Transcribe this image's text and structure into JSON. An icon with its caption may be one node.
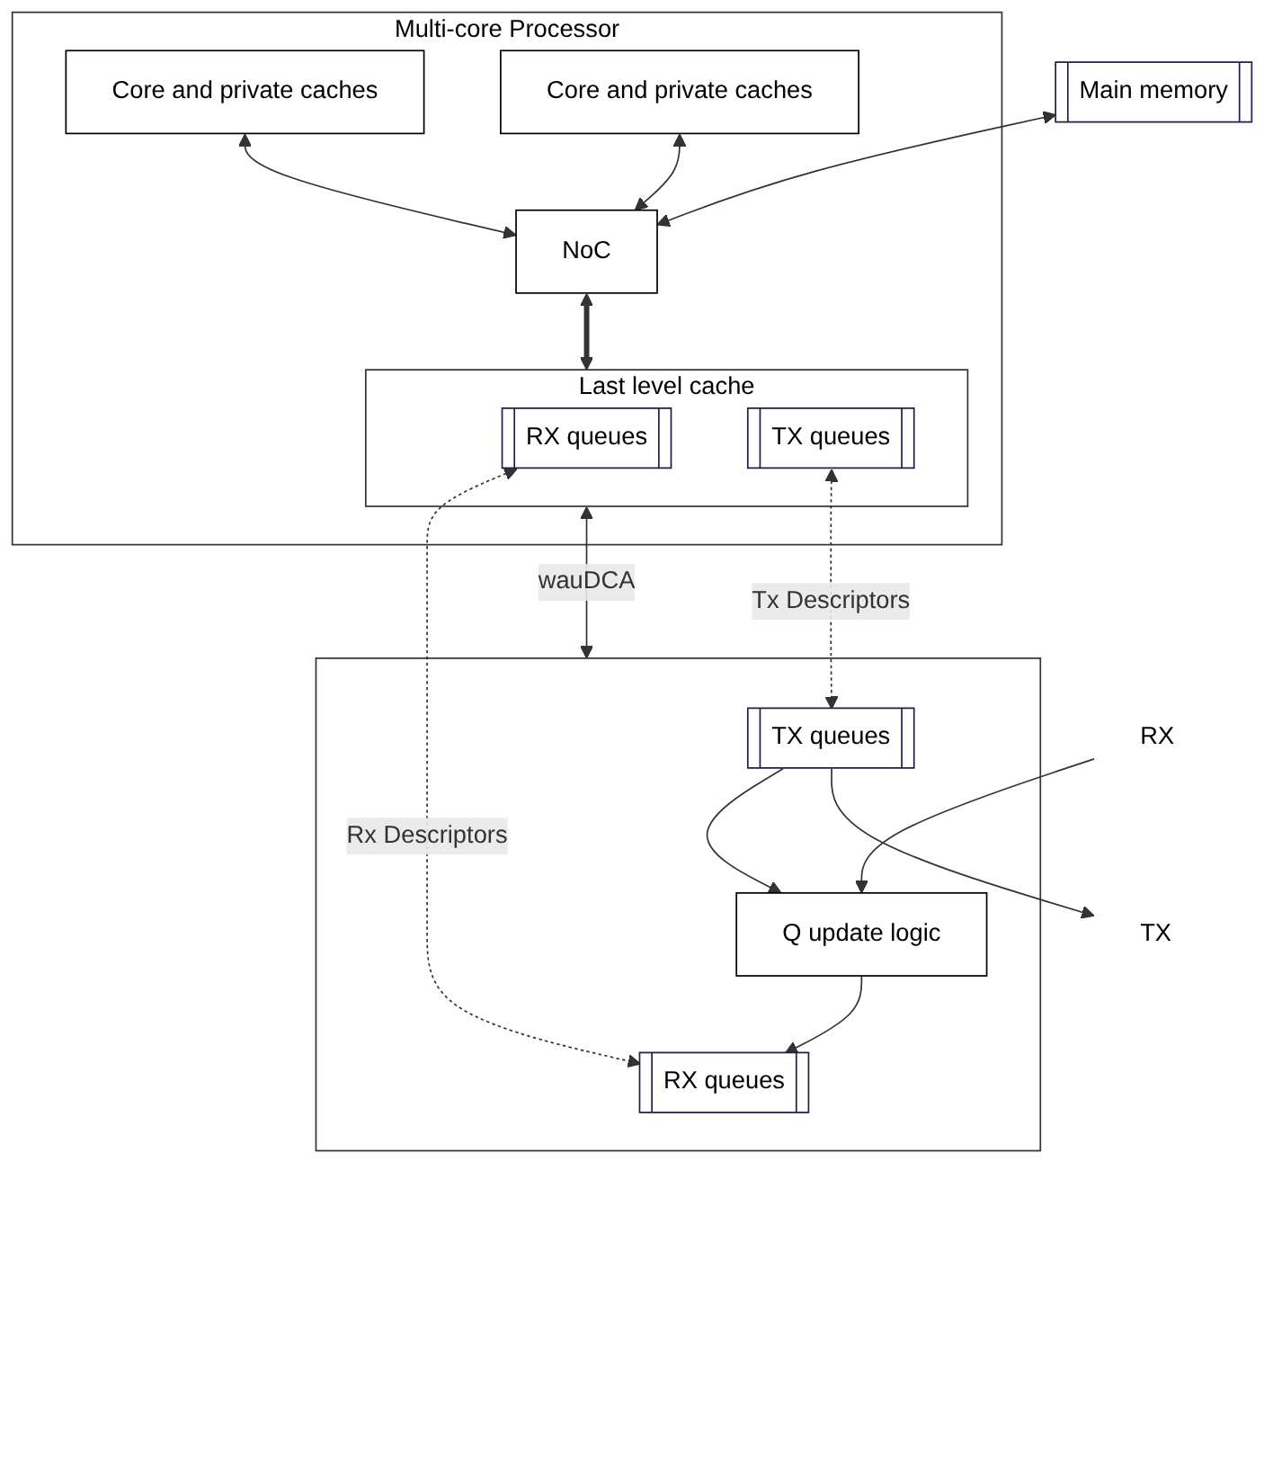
{
  "diagram": {
    "nodes": [
      {
        "text": [
          "Multi-core Processor"
        ]
      },
      {
        "text": [
          "Core and private caches"
        ],
        "in": 0
      },
      {
        "text": [
          "Core and private caches"
        ],
        "in": 0
      },
      {
        "text": [
          "NoC"
        ],
        "in": 0
      },
      {
        "text": [
          "Last level cache"
        ],
        "in": 0
      },
      {
        "text": [
          "RX queues"
        ],
        "in": 4
      },
      {
        "text": [
          "TX queues"
        ],
        "in": 4
      },
      {
        "text": [
          "Main memory"
        ]
      },
      {
        "text": [],
        "shape": "box"
      },
      {
        "text": [
          "RX queues"
        ],
        "in": 8
      },
      {
        "text": [
          "TX queues"
        ],
        "in": 8
      },
      {
        "text": [
          "Q update logic"
        ],
        "in": 8
      },
      {
        "text": [
          "RX"
        ]
      },
      {
        "text": [
          "TX"
        ]
      }
    ],
    "edges": [
      {
        "from": 1,
        "to": 3,
        "arrow": "both"
      },
      {
        "from": 2,
        "to": 3,
        "arrow": "both"
      },
      {
        "from": 7,
        "to": 3,
        "arrow": "both"
      },
      {
        "from": 3,
        "to": 4,
        "arrow": "both",
        "style": "thick"
      },
      {
        "from": 4,
        "to": 8,
        "arrow": "both",
        "label": "wauDCA"
      },
      {
        "from": 5,
        "to": 9,
        "arrow": "both",
        "style": "dashed",
        "label": "Rx Descriptors"
      },
      {
        "from": 6,
        "to": 10,
        "arrow": "both",
        "style": "dashed",
        "label": "Tx Descriptors"
      },
      {
        "from": 11,
        "to": 9,
        "arrow": "to"
      },
      {
        "from": 10,
        "to": 11,
        "arrow": "to"
      },
      {
        "from": 12,
        "to": 11,
        "arrow": "to"
      },
      {
        "from": 10,
        "to": 13,
        "arrow": "to"
      }
    ]
  }
}
